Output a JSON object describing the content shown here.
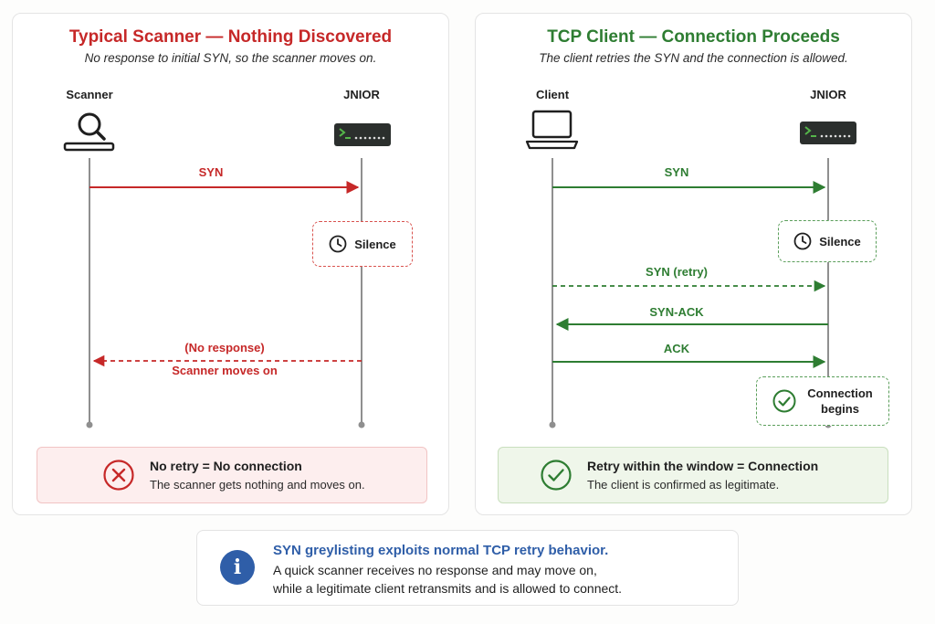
{
  "colors": {
    "red": "#c62828",
    "green": "#2e7d32",
    "blue": "#2f5ea8",
    "lifeline": "#8f8f8f"
  },
  "left_panel": {
    "title": "Typical Scanner — Nothing Discovered",
    "subtitle": "No response to initial SYN, so the scanner moves on.",
    "actors": {
      "source": "Scanner",
      "target": "JNIOR"
    },
    "icons": {
      "source": "magnifier-scanner-icon",
      "target": "jnior-device-icon"
    },
    "messages": {
      "syn": "SYN",
      "no_response": "(No response)",
      "moves_on": "Scanner moves on"
    },
    "silence_note": "Silence",
    "result": {
      "icon": "x-circle-icon",
      "heading": "No retry = No connection",
      "detail": "The scanner gets nothing and moves on."
    }
  },
  "right_panel": {
    "title": "TCP Client — Connection Proceeds",
    "subtitle": "The client retries the SYN and the connection is allowed.",
    "actors": {
      "source": "Client",
      "target": "JNIOR"
    },
    "icons": {
      "source": "laptop-icon",
      "target": "jnior-device-icon"
    },
    "messages": {
      "syn": "SYN",
      "syn_retry": "SYN (retry)",
      "syn_ack": "SYN-ACK",
      "ack": "ACK"
    },
    "silence_note": "Silence",
    "connection_note": [
      "Connection",
      "begins"
    ],
    "result": {
      "icon": "check-circle-icon",
      "heading": "Retry within the window = Connection",
      "detail": "The client is confirmed as legitimate."
    }
  },
  "info": {
    "icon": "info-icon",
    "heading": "SYN greylisting exploits normal TCP retry behavior.",
    "lines": [
      "A quick scanner receives no response and may move on,",
      "while a legitimate client retransmits and is allowed to connect."
    ]
  }
}
